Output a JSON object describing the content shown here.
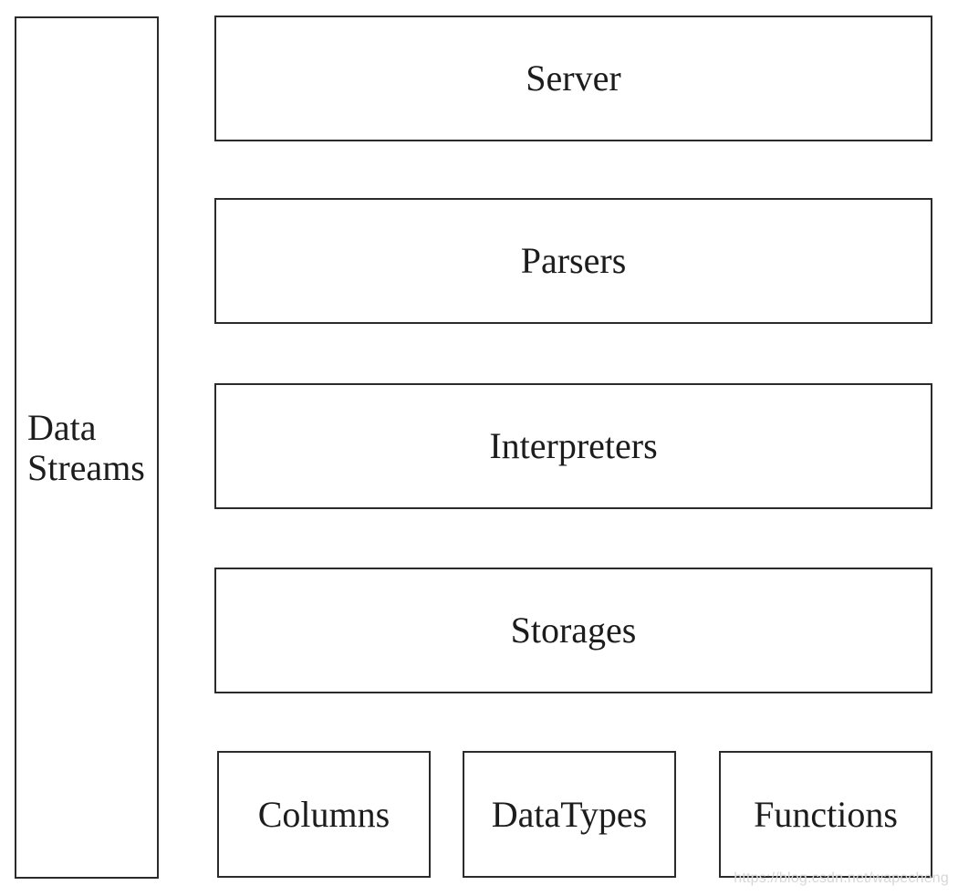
{
  "side_panel": {
    "line1": "Data",
    "line2": "Streams"
  },
  "layers": {
    "server": "Server",
    "parsers": "Parsers",
    "interpreters": "Interpreters",
    "storages": "Storages"
  },
  "bottom_row": {
    "columns": "Columns",
    "datatypes": "DataTypes",
    "functions": "Functions"
  },
  "watermark": "https://blog.csdn.net/wapecheng"
}
